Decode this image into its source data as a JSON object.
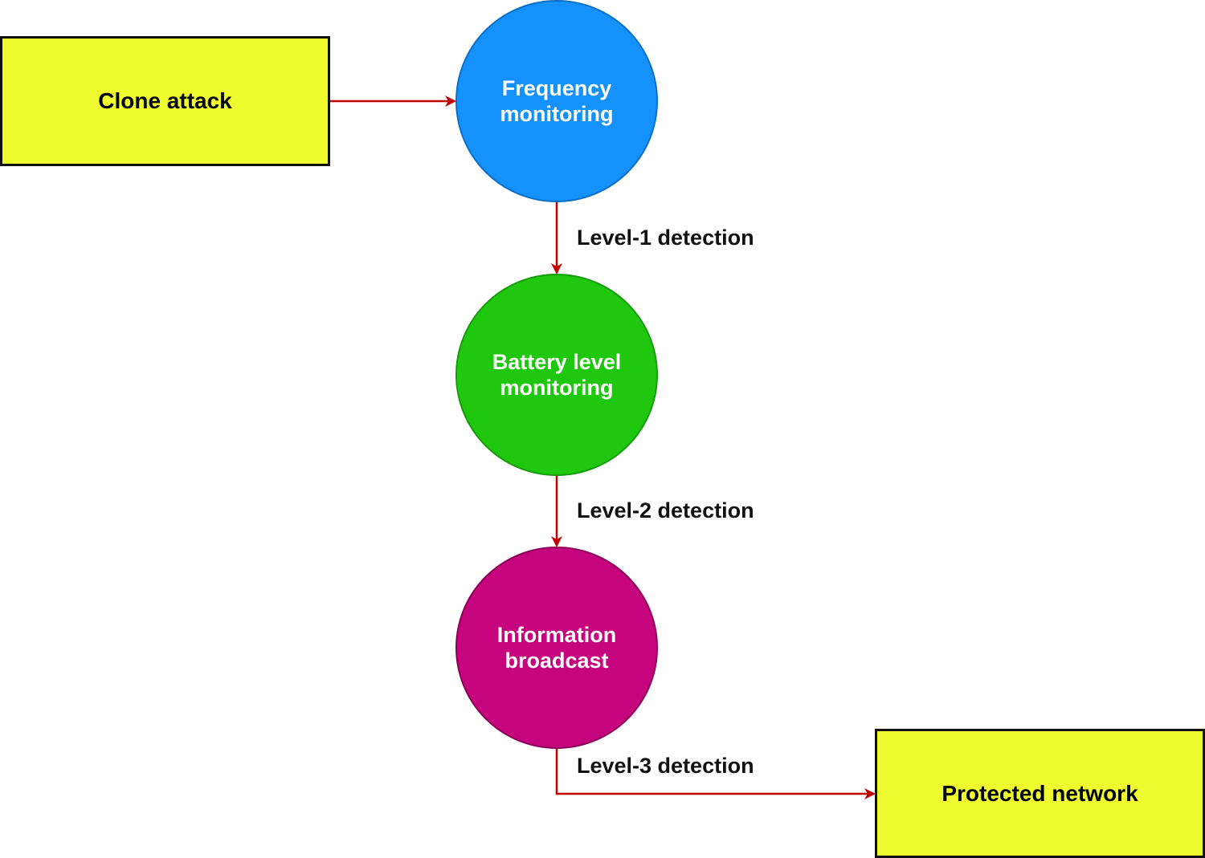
{
  "diagram": {
    "nodes": {
      "clone_attack": {
        "label": "Clone attack",
        "color": "#eefc2f"
      },
      "frequency_monitoring": {
        "label": "Frequency monitoring",
        "color": "#1591fc"
      },
      "battery_level_monitoring": {
        "label": "Battery level monitoring",
        "color": "#1fc80f"
      },
      "information_broadcast": {
        "label": "Information broadcast",
        "color": "#c5047d"
      },
      "protected_network": {
        "label": "Protected network",
        "color": "#eefc2f"
      }
    },
    "edges": {
      "clone_to_frequency": {
        "from": "Clone attack",
        "to": "Frequency monitoring",
        "label": ""
      },
      "frequency_to_battery": {
        "from": "Frequency monitoring",
        "to": "Battery level monitoring",
        "label": "Level-1 detection"
      },
      "battery_to_information": {
        "from": "Battery level monitoring",
        "to": "Information broadcast",
        "label": "Level-2 detection"
      },
      "information_to_protected": {
        "from": "Information broadcast",
        "to": "Protected network",
        "label": "Level-3 detection"
      }
    },
    "arrow_color": "#c00000"
  }
}
